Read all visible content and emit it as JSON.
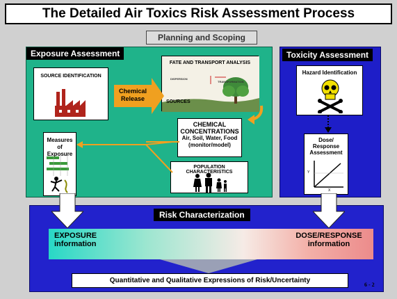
{
  "title": "The Detailed Air Toxics Risk Assessment Process",
  "planning": "Planning and Scoping",
  "exposure": {
    "label": "Exposure Assessment",
    "source_identification": "SOURCE IDENTIFICATION",
    "chemical_release": [
      "Chemical",
      "Release"
    ],
    "fate_transport": "FATE AND TRANSPORT ANALYSIS",
    "fate_small_left": "DISPERSION",
    "fate_small_right": "TRANSFORMATION",
    "sources": "SOURCES",
    "chemical_concentrations": [
      "CHEMICAL",
      "CONCENTRATIONS",
      "Air, Soil, Water, Food",
      "(monitor/model)"
    ],
    "population_characteristics": "POPULATION CHARACTERISTICS",
    "measures_of_exposure": [
      "Measures of",
      "Exposure"
    ]
  },
  "toxicity": {
    "label": "Toxicity Assessment",
    "hazard_identification": "Hazard Identification",
    "dose_response": [
      "Dose/",
      "Response",
      "Assessment"
    ],
    "axis_y": "Y",
    "axis_x": "X"
  },
  "risk": {
    "label": "Risk Characterization",
    "exposure_info": [
      "EXPOSURE",
      "information"
    ],
    "dose_response_info": [
      "DOSE/RESPONSE",
      "information"
    ],
    "bottom": "Quantitative and Qualitative Expressions of Risk/Uncertainty"
  },
  "slide_number": "6 - 2",
  "colors": {
    "exposure_panel": "#1fb38a",
    "toxicity_panel": "#1e1ec8",
    "risk_panel": "#2222cc",
    "arrow_orange": "#f0a020"
  }
}
